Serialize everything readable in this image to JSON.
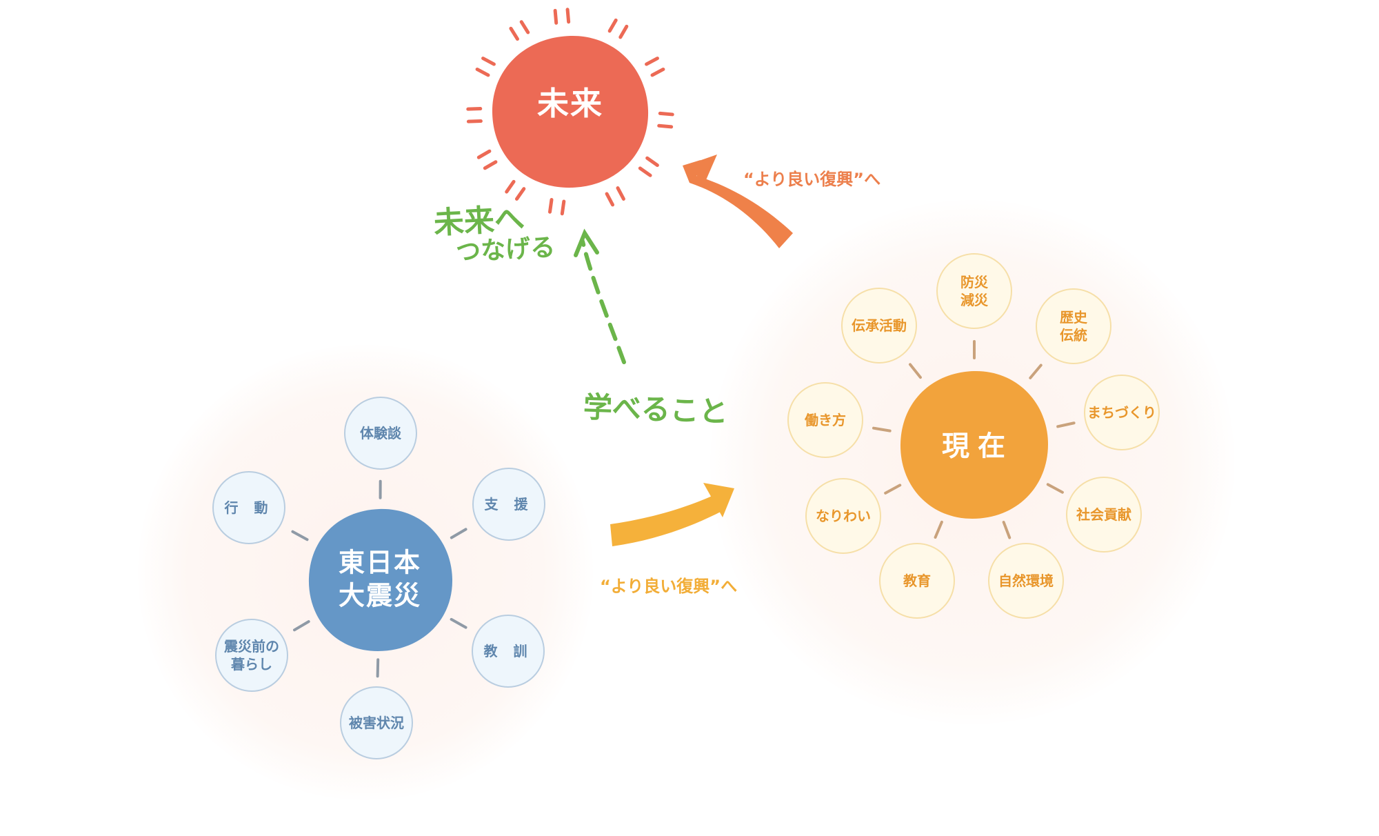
{
  "future": {
    "label": "未来",
    "color": "#ec6a55"
  },
  "present": {
    "label": "現在",
    "color": "#f2a33c",
    "items": [
      "防災\n減災",
      "歴史\n伝統",
      "まちづくり",
      "社会貢献",
      "自然環境",
      "教育",
      "なりわい",
      "働き方",
      "伝承活動"
    ]
  },
  "past": {
    "label": "東日本\n大震災",
    "color": "#6597c7",
    "items": [
      "体験談",
      "支 援",
      "教 訓",
      "被害状況",
      "震災前の\n暮らし",
      "行 動"
    ]
  },
  "captions": {
    "present_to_future": "“より良い復興”へ",
    "past_to_present": "“より良い復興”へ"
  },
  "handwritten": {
    "connect_line1": "未来へ",
    "connect_line2": "つなげる",
    "learn": "学べること"
  },
  "colors": {
    "blue_bubble_fill": "#eef6fc",
    "blue_bubble_stroke": "#b9cde0",
    "orange_bubble_fill": "#fff9e8",
    "orange_bubble_stroke": "#f6dfa8",
    "connector": "#8f9aa6",
    "connector_warm": "#c9a27c",
    "arrow_top": "#ef8149",
    "arrow_bottom": "#f5b13b",
    "green": "#6bb54a"
  }
}
